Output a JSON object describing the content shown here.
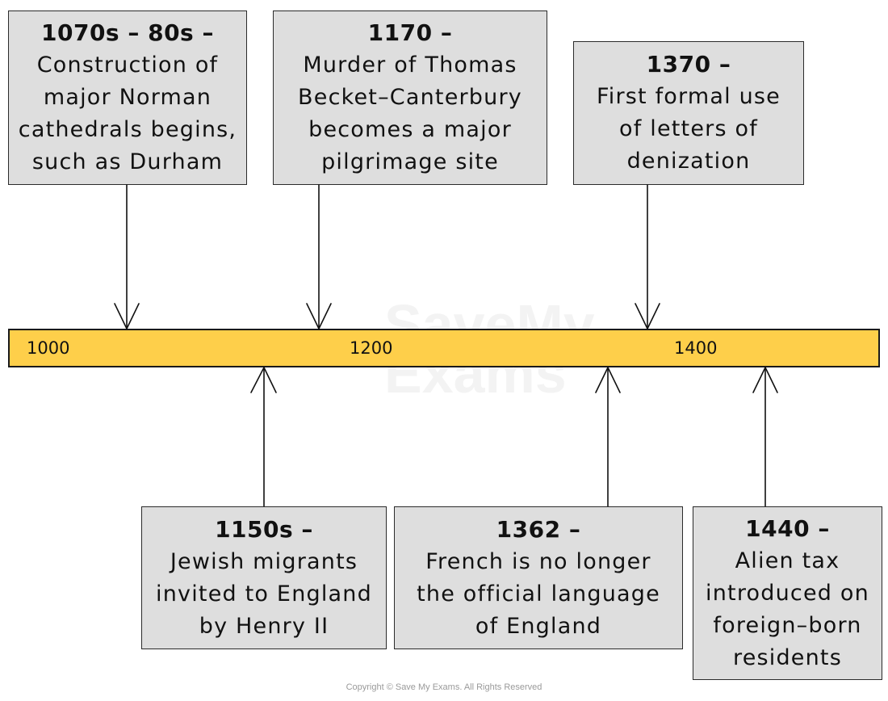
{
  "timeline": {
    "bar_color": "#fecf4a",
    "box_color": "#dedede",
    "tick_labels": [
      "1000",
      "1200",
      "1400"
    ]
  },
  "events_above": [
    {
      "date": "1070s – 80s –",
      "lines": [
        "Construction of",
        "major Norman",
        "cathedrals begins,",
        "such as Durham"
      ]
    },
    {
      "date": "1170 –",
      "lines": [
        "Murder of Thomas",
        "Becket–Canterbury",
        "becomes a major",
        "pilgrimage site"
      ]
    },
    {
      "date": "1370 –",
      "lines": [
        "First formal use",
        "of letters of",
        "denization"
      ]
    }
  ],
  "events_below": [
    {
      "date": "1150s –",
      "lines": [
        "Jewish migrants",
        "invited to England",
        "by Henry II"
      ]
    },
    {
      "date": "1362 –",
      "lines": [
        "French is no longer",
        "the official language",
        "of England"
      ]
    },
    {
      "date": "1440 –",
      "lines": [
        "Alien tax",
        "introduced on",
        "foreign–born",
        "residents"
      ]
    }
  ],
  "watermark": {
    "line1": "SaveMy",
    "line2": "Exams"
  },
  "footer": {
    "copyright": "Copyright © Save My Exams. All Rights Reserved"
  }
}
